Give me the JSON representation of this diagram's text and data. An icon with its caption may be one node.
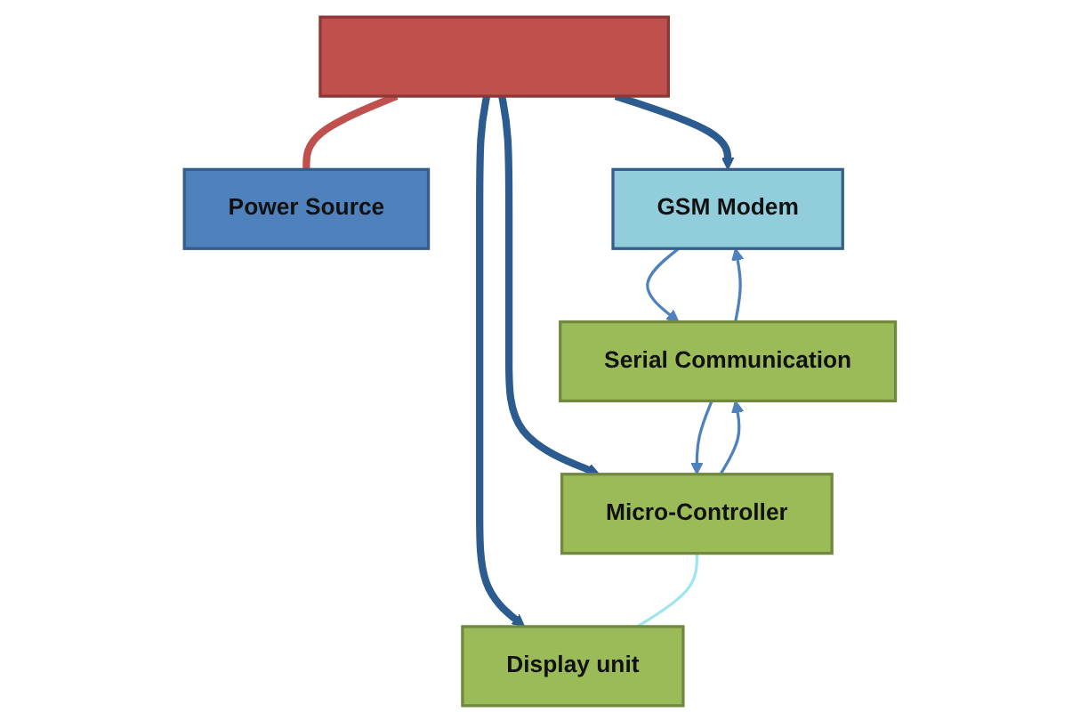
{
  "diagram": {
    "nodes": [
      {
        "text": [
          "Power Source"
        ]
      },
      {
        "text": [],
        "shape": "bar"
      },
      {
        "text": [
          "GSM Modem"
        ]
      },
      {
        "text": [
          "Serial Communication"
        ]
      },
      {
        "text": [
          "Micro-Controller"
        ]
      },
      {
        "text": [
          "Display unit"
        ]
      }
    ],
    "edges": [
      {
        "from": 1,
        "to": 0,
        "arrow": "none",
        "style": "thick",
        "color": "#c0504d"
      },
      {
        "from": 1,
        "to": 2,
        "arrow": "to",
        "style": "thick",
        "color": "#2b5b8f"
      },
      {
        "from": 1,
        "to": 4,
        "arrow": "to",
        "style": "thick",
        "color": "#2b5b8f"
      },
      {
        "from": 1,
        "to": 5,
        "arrow": "to",
        "style": "thick",
        "color": "#2b5b8f"
      },
      {
        "from": 2,
        "to": 3,
        "arrow": "to"
      },
      {
        "from": 3,
        "to": 2,
        "arrow": "to"
      },
      {
        "from": 3,
        "to": 4,
        "arrow": "to"
      },
      {
        "from": 4,
        "to": 3,
        "arrow": "to"
      },
      {
        "from": 4,
        "to": 5,
        "arrow": "none",
        "color": "#9ee6ee"
      }
    ]
  }
}
